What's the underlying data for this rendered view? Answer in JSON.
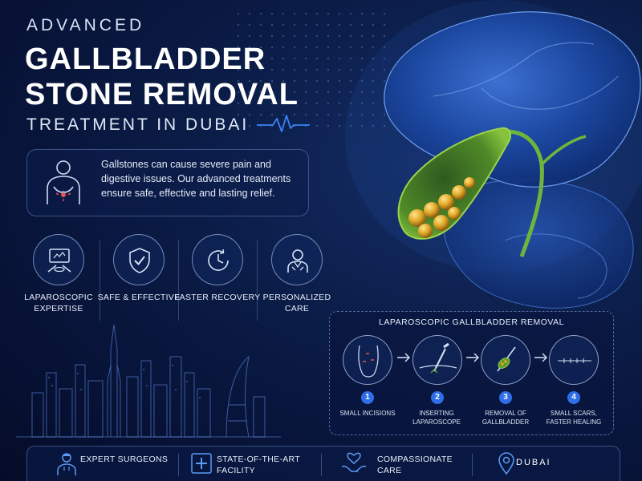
{
  "header": {
    "kicker": "ADVANCED",
    "title_line1": "GALLBLADDER",
    "title_line2": "STONE REMOVAL",
    "subtitle": "TREATMENT IN DUBAI"
  },
  "intro": {
    "text": "Gallstones can cause severe pain and digestive issues. Our advanced treatments ensure safe, effective and lasting relief.",
    "icon": "patient-abdominal-pain-icon"
  },
  "features": [
    {
      "label": "LAPAROSCOPIC EXPERTISE",
      "icon": "laparoscopic-monitor-icon"
    },
    {
      "label": "SAFE & EFFECTIVE",
      "icon": "shield-check-icon"
    },
    {
      "label": "FASTER RECOVERY",
      "icon": "clock-icon"
    },
    {
      "label": "PERSONALIZED CARE",
      "icon": "doctor-icon"
    }
  ],
  "procedure": {
    "title": "LAPAROSCOPIC GALLBLADDER REMOVAL",
    "steps": [
      {
        "number": "1",
        "label": "SMALL INCISIONS"
      },
      {
        "number": "2",
        "label": "INSERTING LAPAROSCOPE"
      },
      {
        "number": "3",
        "label": "REMOVAL OF GALLBLADDER"
      },
      {
        "number": "4",
        "label": "SMALL SCARS, FASTER HEALING"
      }
    ]
  },
  "bottom": {
    "items": [
      {
        "label": "EXPERT SURGEONS",
        "icon": "surgeon-icon"
      },
      {
        "label": "STATE-OF-THE-ART FACILITY",
        "icon": "medical-facility-icon"
      },
      {
        "label": "COMPASSIONATE CARE",
        "icon": "heart-hands-icon"
      }
    ],
    "brand": "DUBAI"
  },
  "colors": {
    "background": "#0b1d48",
    "accent": "#2e6ee8",
    "gallbladder": "#7ab33a",
    "stones": "#e0a828"
  }
}
